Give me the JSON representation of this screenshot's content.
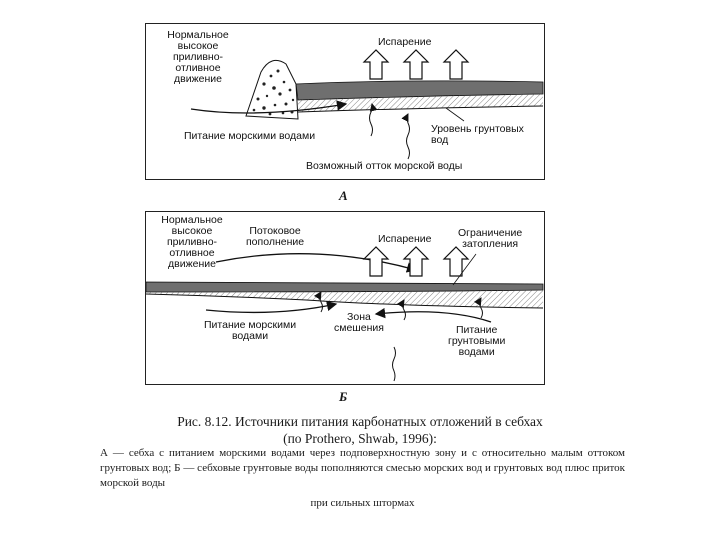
{
  "panel_a": {
    "label": "А",
    "normal_tide": "Нормальное\nвысокое\nприливно-\nотливное\nдвижение",
    "evaporation": "Испарение",
    "sea_recharge": "Питание морскими водами",
    "groundwater_level": "Уровень грунтовых\nвод",
    "seawater_outflow": "Возможный отток морской воды"
  },
  "panel_b": {
    "label": "Б",
    "normal_tide": "Нормальное\nвысокое\nприливно-\nотливное\nдвижение",
    "flood_recharge": "Потоковое\nпополнение",
    "evaporation": "Испарение",
    "flood_limit": "Ограничение\nзатопления",
    "sea_recharge": "Питание морскими\nводами",
    "mixing_zone": "Зона\nсмешения",
    "groundwater_recharge": "Питание\nгрунтовыми\nводами"
  },
  "caption": {
    "title_line1": "Рис. 8.12. Источники питания карбонатных отложений в себхах",
    "title_line2": "(по Prothero, Shwab, 1996):",
    "body": "А — себха с питанием морскими водами через подповерхностную зону и с относительно малым оттоком грунтовых вод; Б — себховые грунтовые воды пополняются смесью морских вод и грунтовых вод плюс приток морской воды",
    "last_line": "при сильных штормах"
  }
}
